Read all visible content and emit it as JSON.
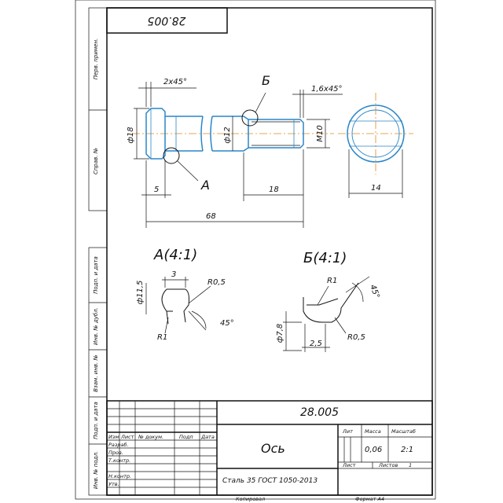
{
  "drawing": {
    "number": "28.005",
    "number_rotated": "28.005",
    "part_name": "Ось",
    "material": "Сталь 35  ГОСТ 1050-2013",
    "mass": "0,06",
    "scale": "2:1",
    "sheets_label": "Листов",
    "sheets_value": "1",
    "sheet_label": "Лист",
    "copied": "Копировал",
    "format": "Формат   А4"
  },
  "title_block": {
    "col_headers": [
      "Изм",
      "Лист",
      "№ докум.",
      "Подп",
      "Дата"
    ],
    "rows": [
      "Разраб.",
      "Пров.",
      "Т.контр.",
      "",
      "Н.контр.",
      "Утв."
    ],
    "lit": "Лит",
    "massa": "Масса",
    "masshtab": "Масштаб"
  },
  "side_strip": {
    "top": [
      "Перв. примен.",
      "Справ. №"
    ],
    "bottom": [
      "Подп. и дата",
      "Инв. № дубл.",
      "Взам. инв. №",
      "Подп. и дата",
      "Инв. № подл."
    ]
  },
  "dims": {
    "chamfer_left": "2x45°",
    "chamfer_right": "1,6x45°",
    "dia_head": "ф18",
    "dia_shaft": "ф12",
    "thread": "М10",
    "len_head": "5",
    "len_thread": "18",
    "len_total": "68",
    "end_width": "14"
  },
  "detail_a": {
    "title": "А(4:1)",
    "marker": "А",
    "width": "3",
    "radius_big": "R0,5",
    "radius_small": "R1",
    "diameter": "ф11,5",
    "angle": "45°"
  },
  "detail_b": {
    "title": "Б(4:1)",
    "marker": "Б",
    "radius_small": "R1",
    "radius_big": "R0,5",
    "diameter": "ф7,8",
    "width": "2,5",
    "angle": "45°"
  }
}
